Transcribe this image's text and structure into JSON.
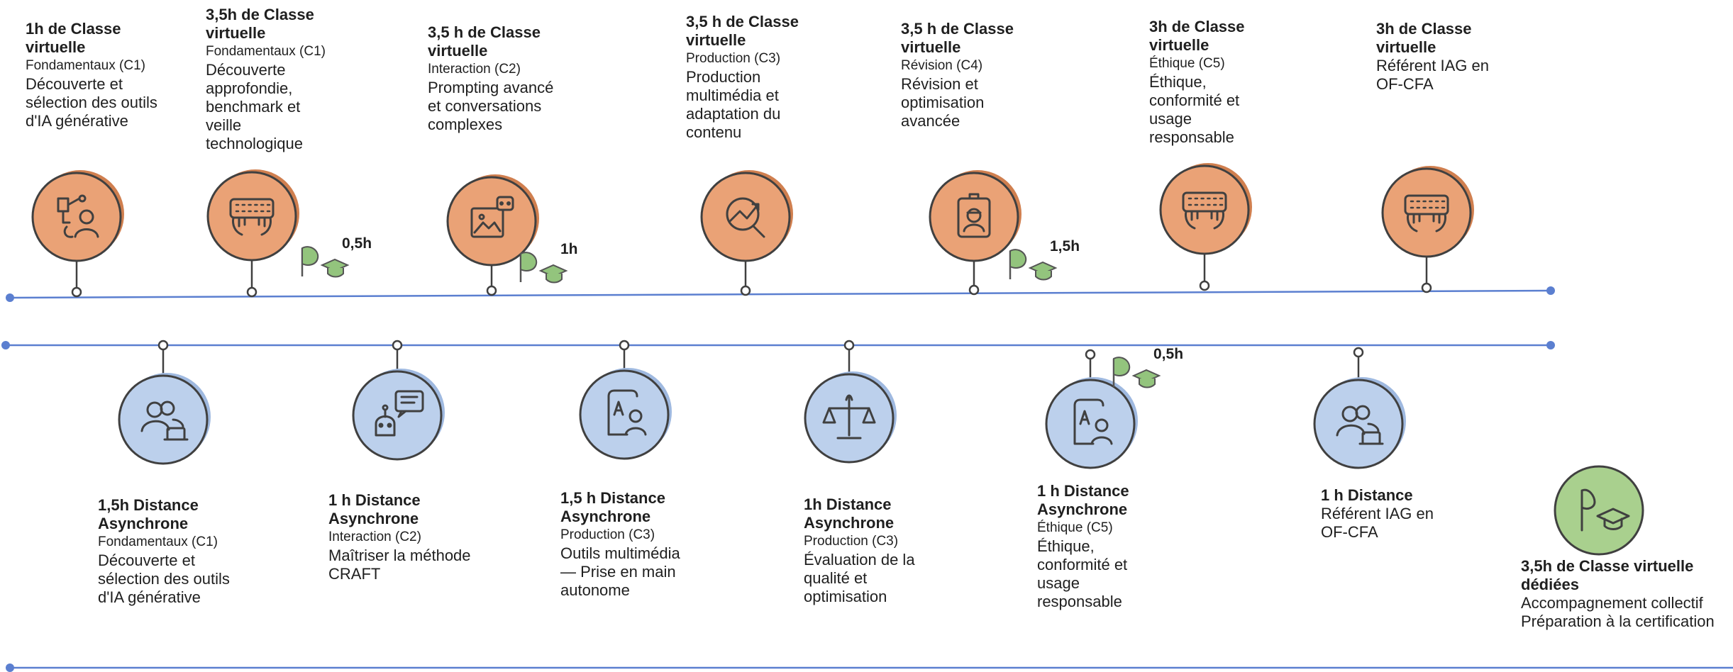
{
  "colors": {
    "timeline": "#5b7fd0",
    "orange_fill": "#eaa276",
    "orange_accent": "#d07f4f",
    "blue_fill": "#bcd0ec",
    "blue_accent": "#9fb9e0",
    "green_fill": "#a9d08e",
    "green_flag": "#93c47d",
    "icon_stroke": "#404040"
  },
  "top_row": [
    {
      "title_1": "1h de Classe",
      "title_2": "virtuelle",
      "module": "Fondamentaux (C1)",
      "desc": [
        "Découverte et",
        "sélection des outils",
        "d'IA générative"
      ],
      "icon": "flowchart-person-icon"
    },
    {
      "title_1": "3,5h de Classe",
      "title_2": "virtuelle",
      "module": "Fondamentaux (C1)",
      "desc": [
        "Découverte",
        "approfondie,",
        "benchmark et",
        "veille",
        "technologique"
      ],
      "icon": "keyboard-hands-icon"
    },
    {
      "title_1": "3,5 h de Classe",
      "title_2": "virtuelle",
      "module": "Interaction (C2)",
      "desc": [
        "Prompting avancé",
        "et conversations",
        "complexes"
      ],
      "icon": "image-robot-icon"
    },
    {
      "title_1": "3,5 h de Classe",
      "title_2": "virtuelle",
      "module": "Production (C3)",
      "desc": [
        "Production",
        "multimédia et",
        "adaptation du",
        "contenu"
      ],
      "icon": "chart-magnifier-icon"
    },
    {
      "title_1": "3,5 h de Classe",
      "title_2": "virtuelle",
      "module": "Révision (C4)",
      "desc": [
        "Révision et",
        "optimisation",
        "avancée"
      ],
      "icon": "id-badge-icon"
    },
    {
      "title_1": "3h de Classe",
      "title_2": "virtuelle",
      "module": "Éthique (C5)",
      "desc": [
        "Éthique,",
        "conformité et",
        "usage",
        "responsable"
      ],
      "icon": "keyboard-hands-icon"
    },
    {
      "title_1": "3h de Classe",
      "title_2": "virtuelle",
      "module": "",
      "desc": [
        "Référent IAG en",
        "OF-CFA"
      ],
      "icon": "keyboard-hands-icon"
    }
  ],
  "top_badges": [
    "0,5h",
    "1h",
    "1,5h"
  ],
  "bottom_row": [
    {
      "title_1": "1,5h Distance",
      "title_2": "Asynchrone",
      "module": "Fondamentaux (C1)",
      "desc": [
        "Découverte et",
        "sélection des outils",
        "d'IA générative"
      ],
      "icon": "users-laptop-icon"
    },
    {
      "title_1": "1 h Distance",
      "title_2": "Asynchrone",
      "module": "Interaction (C2)",
      "desc": [
        "Maîtriser la méthode",
        "CRAFT"
      ],
      "icon": "robot-chat-icon"
    },
    {
      "title_1": "1,5 h Distance",
      "title_2": "Asynchrone",
      "module": "Production (C3)",
      "desc": [
        "Outils multimédia",
        "— Prise en main",
        "autonome"
      ],
      "icon": "document-person-icon"
    },
    {
      "title_1": "1h Distance",
      "title_2": "Asynchrone",
      "module": "Production (C3)",
      "desc": [
        "Évaluation de la",
        "qualité et",
        "optimisation"
      ],
      "icon": "scales-icon"
    },
    {
      "title_1": "1 h Distance",
      "title_2": "Asynchrone",
      "module": "Éthique (C5)",
      "desc": [
        "Éthique,",
        "conformité et",
        "usage",
        "responsable"
      ],
      "icon": "document-person-icon"
    },
    {
      "title_1": "1 h Distance",
      "title_2": "",
      "module": "Référent IAG en",
      "desc": [
        "OF-CFA"
      ],
      "icon": "users-laptop-icon"
    }
  ],
  "bottom_badges": [
    "0,5h"
  ],
  "final": {
    "title_1": "3,5h de Classe virtuelle",
    "title_2": "dédiées",
    "desc": [
      "Accompagnement collectif",
      "Préparation à la certification"
    ],
    "icon": "flag-graduation-icon"
  }
}
